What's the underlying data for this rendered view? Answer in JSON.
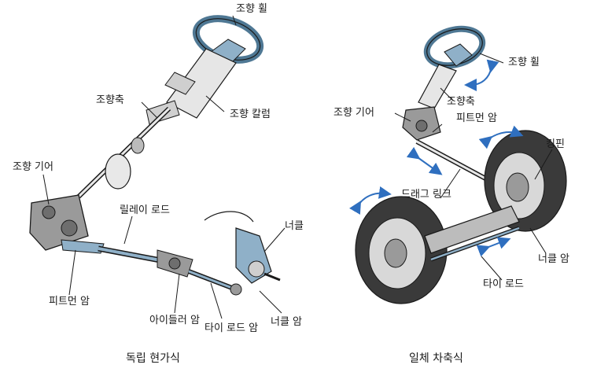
{
  "colors": {
    "ink": "#1a1a1a",
    "steel_blue": "#8fb0c8",
    "steel_blue_dark": "#4f7894",
    "tire": "#3a3a3a",
    "rim": "#d8d8d8",
    "arrow_blue": "#2f6fbf"
  },
  "left": {
    "caption": "독립 현가식",
    "labels": {
      "steering_wheel": "조향 휠",
      "steering_shaft": "조향축",
      "steering_column": "조향 칼럼",
      "steering_gear": "조향 기어",
      "relay_rod": "릴레이 로드",
      "knuckle": "너클",
      "pitman_arm": "피트먼 암",
      "idler_arm": "아이들러 암",
      "tie_rod": "타이 로드 암",
      "knuckle_arm": "너클 암"
    }
  },
  "right": {
    "caption": "일체 차축식",
    "labels": {
      "steering_wheel": "조향 휠",
      "steering_shaft": "조향축",
      "steering_gear": "조향 기어",
      "pitman_arm": "피트먼 암",
      "kingpin": "킹핀",
      "drag_link": "드래그 링크",
      "knuckle_arm": "너클 암",
      "tie_rod": "타이 로드"
    }
  }
}
